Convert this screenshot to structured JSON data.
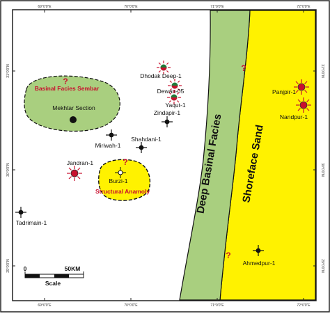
{
  "colors": {
    "frame": "#1a1a1a",
    "green_facies": "#a9cf7f",
    "yellow_facies": "#fff200",
    "red_marker": "#c8102e",
    "dark_green_marker": "#1f7a3a"
  },
  "graticule": {
    "top": [
      "69°0'0\"E",
      "70°0'0\"E",
      "71°0'0\"E",
      "72°0'0\"E"
    ],
    "bottom": [
      "69°0'0\"E",
      "70°0'0\"E",
      "71°0'0\"E",
      "72°0'0\"E"
    ],
    "left": [
      "31°0'0\"N",
      "30°0'0\"N",
      "29°0'0\"N"
    ],
    "right": [
      "31°0'0\"N",
      "30°0'0\"N",
      "29°0'0\"N"
    ]
  },
  "zones": {
    "deep_basinal": "Deep Basinal Facies",
    "shoreface": "Shoreface Sand",
    "basinal_sembar": "Basinal Facies Sembar",
    "structural_anomaly": "Structural Anamoly"
  },
  "unknown_marker": "?",
  "outcrop": "Mekhtar Section",
  "wells": {
    "dhodak": "Dhodak Deep-1",
    "dewan": "Dewan-05",
    "yaqut": "Yaqut-1",
    "zindapir": "Zindapir-1",
    "shahdani": "Shahdani-1",
    "miriwah": "Miriwah-1",
    "jandran": "Jandran-1",
    "burzi": "Burzi-1",
    "tadrimain": "Tadrimain-1",
    "panjpir": "Panjpir-1",
    "nandpur": "Nandpur-1",
    "ahmedpur": "Ahmedpur-1"
  },
  "scale_bar": {
    "start": "0",
    "end": "50KM",
    "title": "Scale"
  }
}
